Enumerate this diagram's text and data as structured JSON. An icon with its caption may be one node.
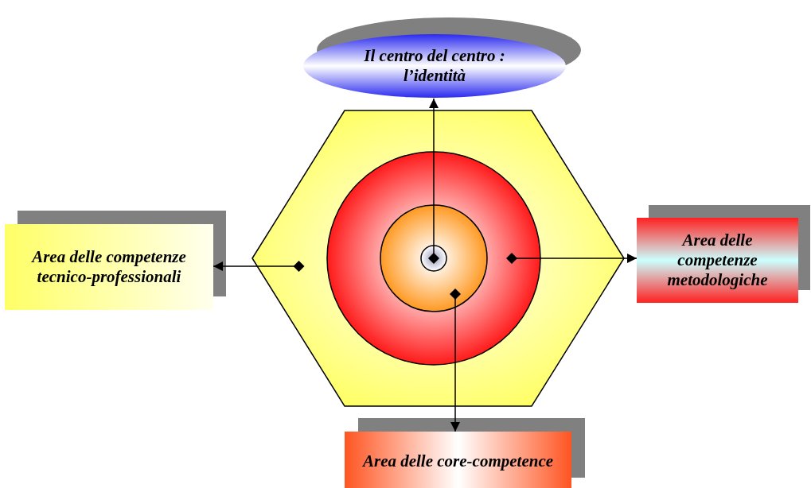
{
  "diagram": {
    "nodes": [
      {
        "text": [
          "Il centro del centro : l’identità"
        ]
      },
      {
        "text": [],
        "shape": "hexagon"
      },
      {
        "text": [],
        "shape": "circle",
        "in": 1
      },
      {
        "text": [],
        "shape": "circle",
        "in": 2
      },
      {
        "text": [],
        "shape": "circle",
        "in": 3
      },
      {
        "text": [
          "Area delle competenze tecnico-professionali"
        ]
      },
      {
        "text": [
          "Area delle competenze metodologiche"
        ]
      },
      {
        "text": [
          "Area delle core-competence"
        ]
      }
    ],
    "edges": [
      {
        "from": 4,
        "to": 0,
        "arrow": "to"
      },
      {
        "from": 1,
        "to": 5,
        "arrow": "to"
      },
      {
        "from": 2,
        "to": 6,
        "arrow": "to"
      },
      {
        "from": 3,
        "to": 7,
        "arrow": "to"
      }
    ]
  }
}
